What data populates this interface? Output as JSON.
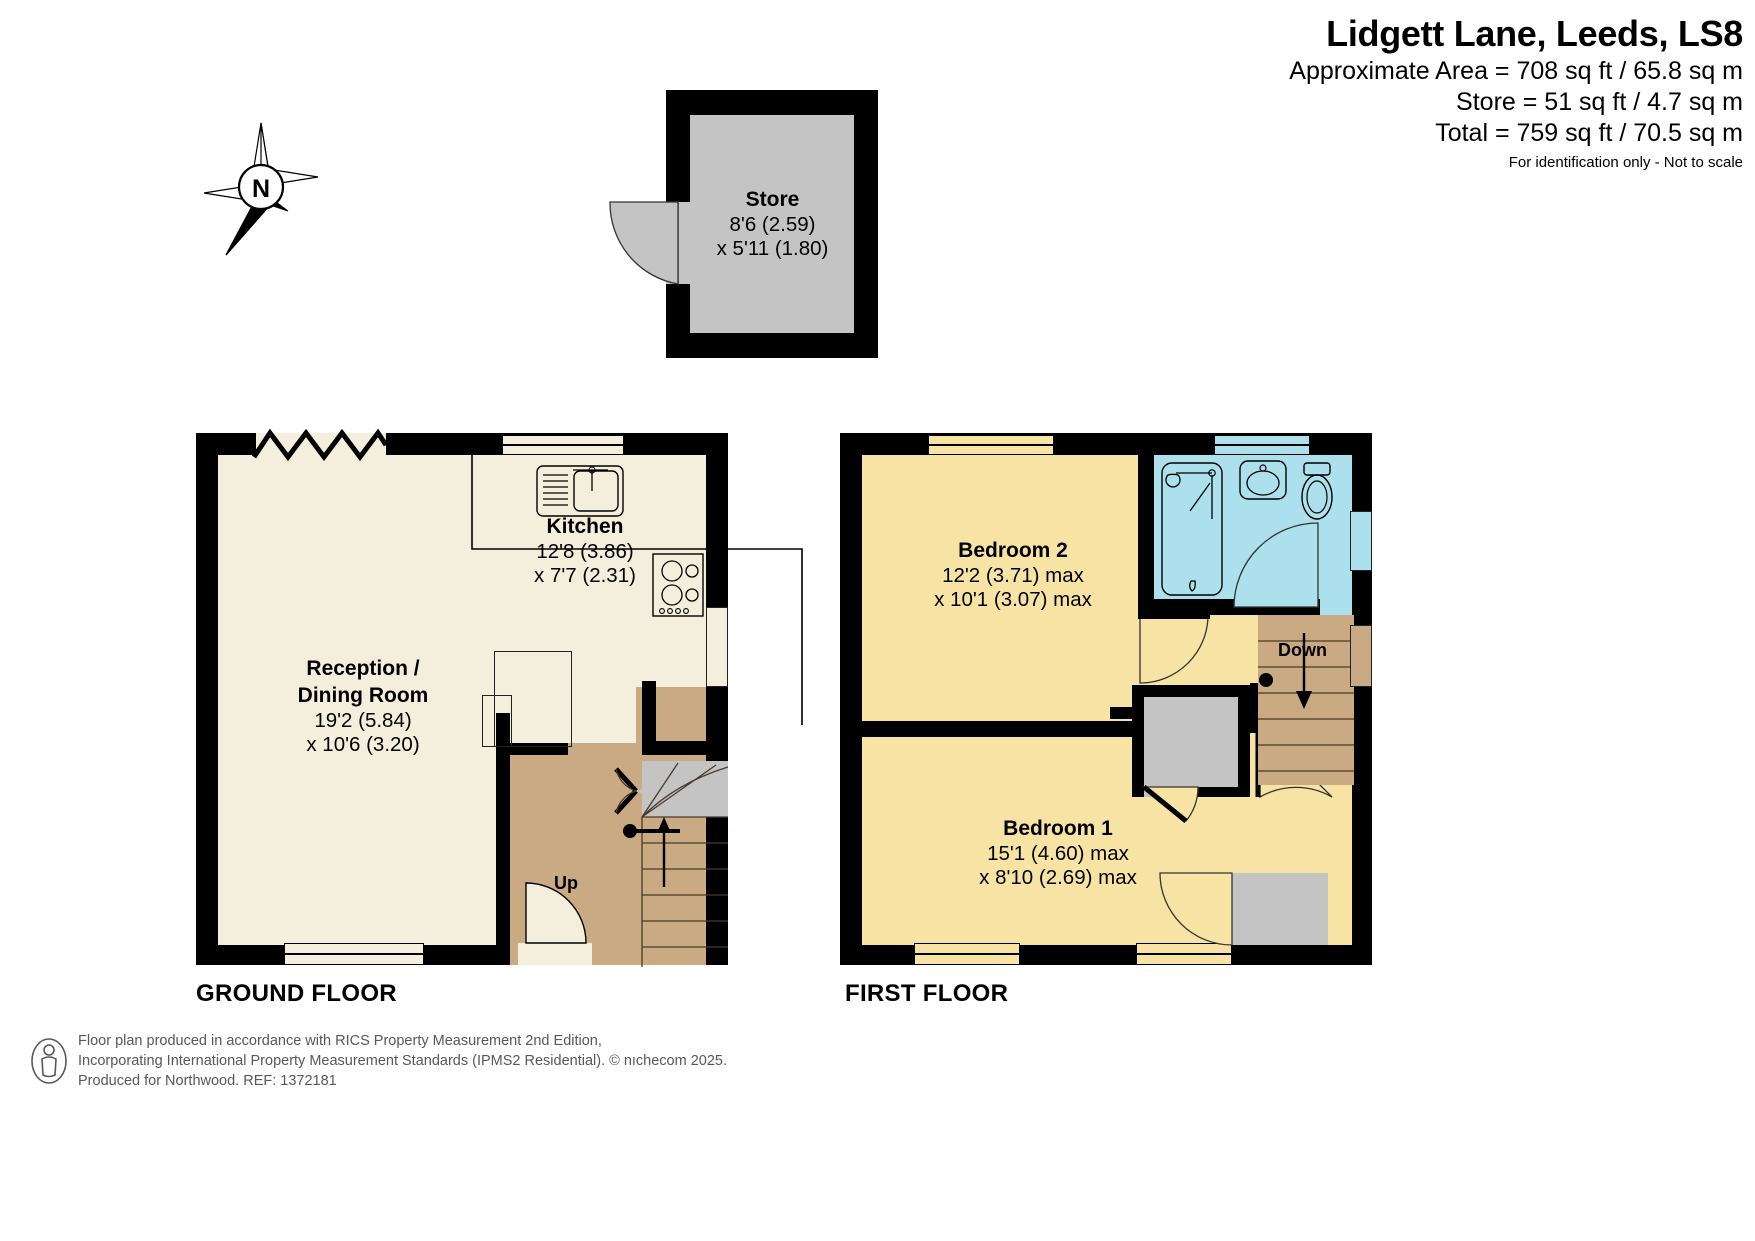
{
  "header": {
    "title": "Lidgett Lane, Leeds, LS8",
    "area_line_1": "Approximate Area = 708 sq ft / 65.8 sq m",
    "area_line_2": "Store = 51 sq ft / 4.7 sq m",
    "area_line_3": "Total = 759 sq ft / 70.5 sq m",
    "disclaimer": "For identification only - Not to scale"
  },
  "compass": {
    "label": "N"
  },
  "store": {
    "name": "Store",
    "dim_1": "8'6 (2.59)",
    "dim_2": "x 5'11 (1.80)"
  },
  "ground_floor": {
    "caption": "GROUND FLOOR",
    "rooms": [
      {
        "name_line_1": "Reception /",
        "name_line_2": "Dining Room",
        "dim_1": "19'2 (5.84)",
        "dim_2": "x 10'6 (3.20)"
      },
      {
        "name_line_1": "Kitchen",
        "dim_1": "12'8 (3.86)",
        "dim_2": "x 7'7 (2.31)"
      }
    ],
    "stair_label": "Up"
  },
  "first_floor": {
    "caption": "FIRST FLOOR",
    "rooms": [
      {
        "name_line_1": "Bedroom 2",
        "dim_1": "12'2 (3.71) max",
        "dim_2": "x 10'1 (3.07) max"
      },
      {
        "name_line_1": "Bedroom 1",
        "dim_1": "15'1 (4.60) max",
        "dim_2": "x 8'10 (2.69) max"
      }
    ],
    "stair_label": "Down"
  },
  "footer": {
    "line_1": "Floor plan produced in accordance with RICS Property Measurement 2nd Edition,",
    "line_2": "Incorporating International Property Measurement Standards (IPMS2 Residential).   © nıchecom 2025.",
    "line_3": "Produced for Northwood.   REF:     1372181"
  },
  "colors": {
    "wall": "#000000",
    "reception": "#f4efdc",
    "bedroom": "#f7e3a3",
    "bathroom": "#ace0ed",
    "stairs": "#c9aa83",
    "store": "#c4c4c4",
    "cupboard": "#c4c4c4"
  }
}
